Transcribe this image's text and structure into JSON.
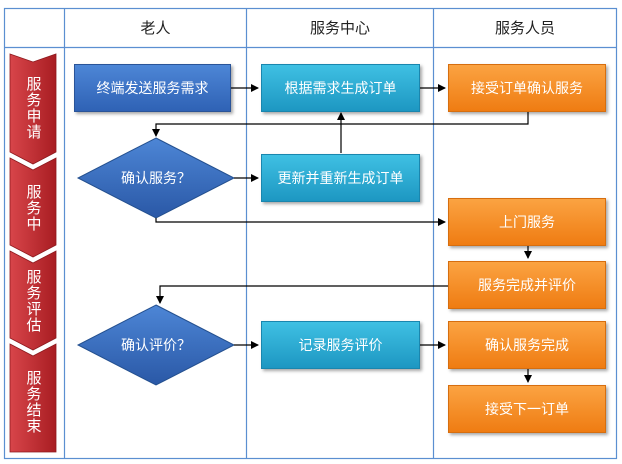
{
  "header": {
    "elder": "老人",
    "center": "服务中心",
    "staff": "服务人员"
  },
  "phases": [
    "服务申请",
    "服务中",
    "服务评估",
    "服务结束"
  ],
  "nodes": {
    "terminal_send": "终端发送服务需求",
    "generate_order": "根据需求生成订单",
    "accept_order": "接受订单确认服务",
    "confirm_service": "确认服务？",
    "update_order": "更新并重新生成订单",
    "on_site": "上门服务",
    "complete_rate": "服务完成并评价",
    "confirm_rating": "确认评价？",
    "record_rating": "记录服务评价",
    "confirm_complete": "确认服务完成",
    "next_order": "接受下一订单"
  },
  "colors": {
    "phase_bg": "#c0282c",
    "grid_line": "#5b8fd1",
    "blue_box": "#2f62b5",
    "cyan_box": "#1d97c2",
    "orange_box": "#ef7c12",
    "arrow": "#000000"
  }
}
